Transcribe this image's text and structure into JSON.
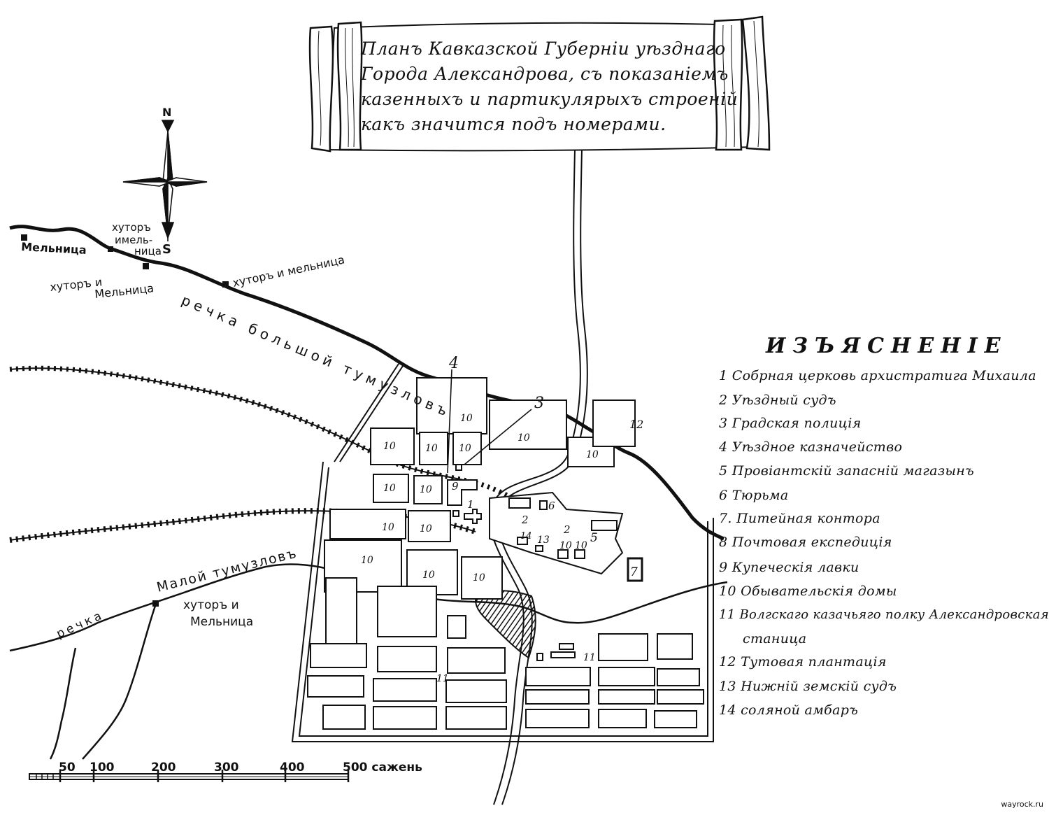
{
  "title": {
    "lines": [
      "Планъ Кавказской Губернiи уѣзднаго",
      "Города Александрова, съ показанiемъ",
      "казенныхъ и партикулярыхъ строенiй",
      "какъ значится подъ номерами."
    ]
  },
  "compass": {
    "north": "N",
    "south": "S"
  },
  "places": {
    "mill_1": "Мельница",
    "farm_mill_1a": "хуторъ",
    "farm_mill_1b": "имель-",
    "farm_mill_1c": "ница",
    "farm_mill_2a": "хуторъ и",
    "farm_mill_2b": "Мельница",
    "farm_mill_3": "хуторъ и мельница",
    "farm_mill_4a": "хуторъ и",
    "farm_mill_4b": "Мельница"
  },
  "rivers": {
    "big": "речка большой тумузловъ",
    "small_1": "Малой тумузловъ",
    "small_2": "речка"
  },
  "building_numbers": {
    "n1": "1",
    "n2a": "2",
    "n2b": "2",
    "n3": "3",
    "n4": "4",
    "n5": "5",
    "n6": "6",
    "n7": "7",
    "n9": "9",
    "n10": "10",
    "n11a": "11",
    "n11b": "11",
    "n12": "12",
    "n13": "13",
    "n14": "14"
  },
  "legend": {
    "title": "ИЗЪЯСНЕНIЕ",
    "items": [
      "1  Собрная церковь архистратига Михаила",
      "2  Уѣздный судъ",
      "3  Градская полицiя",
      "4  Уѣздное казначейство",
      "5  Провiантскiй запаснiй магазынъ",
      "6  Тюрьма",
      "7. Питейная контора",
      "8  Почтовая експедицiя",
      "9  Купеческiя лавки",
      "10  Обывательскiя домы",
      "11  Волгскаго казачьяго полку Александровская",
      "станица",
      "12  Тутовая плантацiя",
      "13  Нижнiй земскiй судъ",
      "14  соляной амбаръ"
    ]
  },
  "scale": {
    "ticks": [
      "50",
      "100",
      "200",
      "300",
      "400",
      "500 сажень"
    ]
  },
  "watermark": "wayrock.ru",
  "colors": {
    "ink": "#111111",
    "paper": "#ffffff"
  }
}
